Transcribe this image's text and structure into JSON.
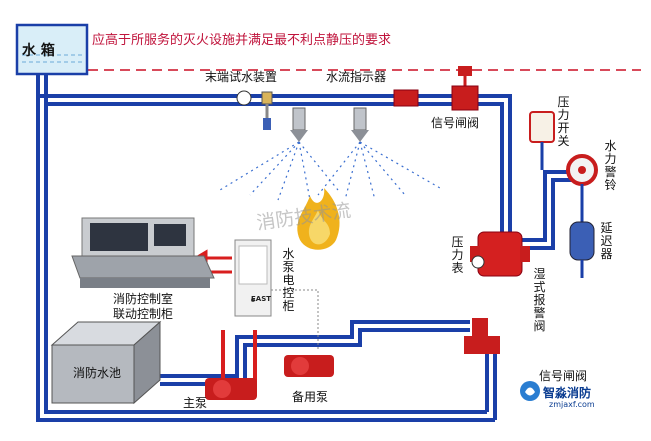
{
  "diagram": {
    "top_note": "应高于所服务的灭火设施并满足最不利点静压的要求",
    "water_tank": "水 箱",
    "end_test_device": "末端试水装置",
    "water_flow_indicator": "水流指示器",
    "signal_gate_valve_top": "信号闸阀",
    "pressure_switch": "压力开关",
    "water_alarm_bell": "水力警铃",
    "retard_chamber": "延迟器",
    "pressure_gauge": "压力表",
    "wet_alarm_valve": "湿式报警阀",
    "pump_control_cabinet": "水泵电控柜",
    "control_room": "消防控制室",
    "linkage_cabinet": "联动控制柜",
    "fire_pool": "消防水池",
    "main_pump": "主泵",
    "standby_pump": "备用泵",
    "signal_gate_valve_bottom": "信号闸阀",
    "watermark": "消防技术流",
    "logo_name": "智淼消防",
    "logo_url": "zmjaxf.com",
    "cabinet_brand": "EAST"
  },
  "colors": {
    "pipe_blue": "#1a3fa8",
    "pipe_red": "#d81e1e",
    "note_red": "#c0143c",
    "tank_fill": "#d9eef8",
    "pool_fill": "#b5b9bf"
  }
}
